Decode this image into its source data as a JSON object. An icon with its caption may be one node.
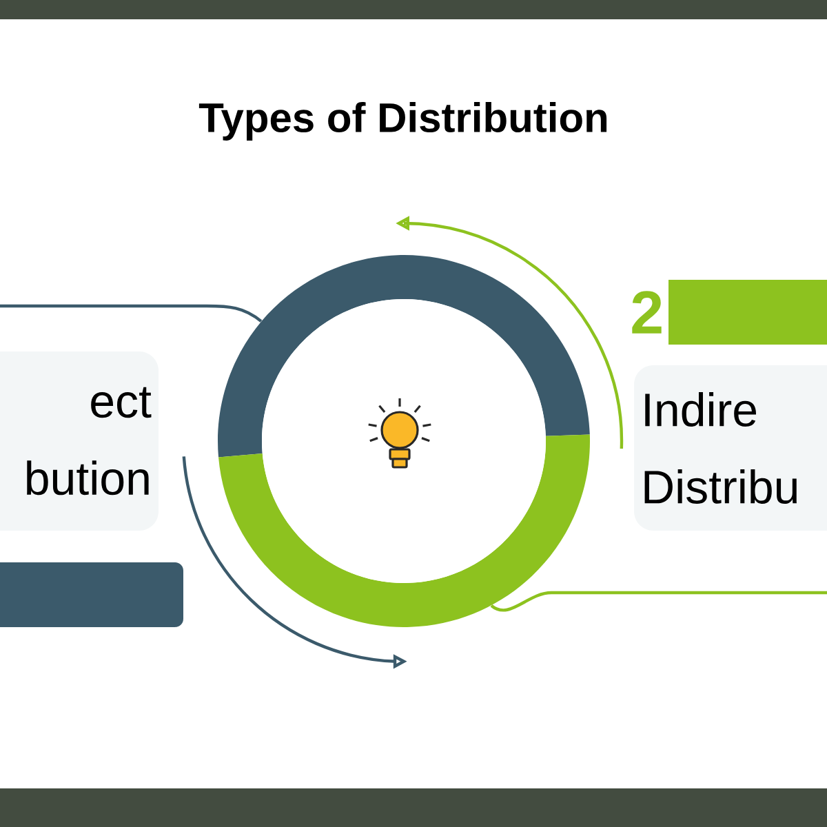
{
  "diagram": {
    "title": "Types of Distribution",
    "nodes": [
      {
        "text": [],
        "shape": "bar"
      },
      {
        "text": [
          "2"
        ]
      },
      {
        "text": [
          "ect bution"
        ]
      },
      {
        "text": [],
        "shape": "circle"
      },
      {
        "text": [
          "Indire Distribu"
        ]
      },
      {
        "text": [],
        "shape": "bar"
      },
      {
        "text": [],
        "shape": "bar"
      }
    ],
    "edges": [
      {
        "from": 2,
        "to": 3,
        "arrow": "none",
        "color": "#3b5a6b"
      },
      {
        "from": 3,
        "to": 4,
        "arrow": "none",
        "color": "#8dc21f"
      }
    ]
  }
}
